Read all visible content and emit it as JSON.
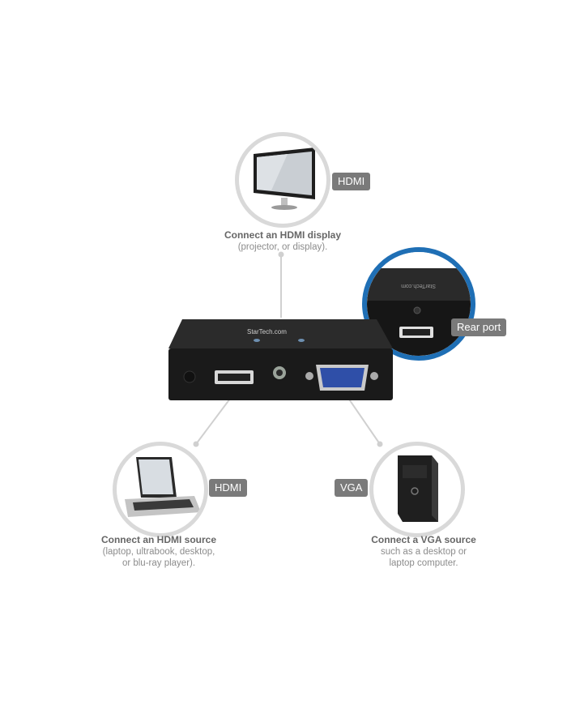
{
  "display": {
    "tag": "HDMI",
    "title": "Connect an HDMI display",
    "subtitle": "(projector, or display)."
  },
  "rear": {
    "tag": "Rear port"
  },
  "device": {
    "brand": "StarTech.com"
  },
  "laptop": {
    "tag": "HDMI",
    "title": "Connect an HDMI source",
    "subtitle_lines": [
      "(laptop, ultrabook, desktop,",
      "or blu-ray player)."
    ]
  },
  "desktop": {
    "tag": "VGA",
    "title": "Connect a VGA source",
    "subtitle_lines": [
      "such as a desktop or",
      "laptop computer."
    ]
  },
  "colors": {
    "ring_border": "#d9d9d9",
    "rear_ring_border": "#1f6fb5",
    "tag_bg": "#7a7a7a",
    "device_body": "#1c1c1c",
    "vga_port": "#2f4fa8"
  }
}
